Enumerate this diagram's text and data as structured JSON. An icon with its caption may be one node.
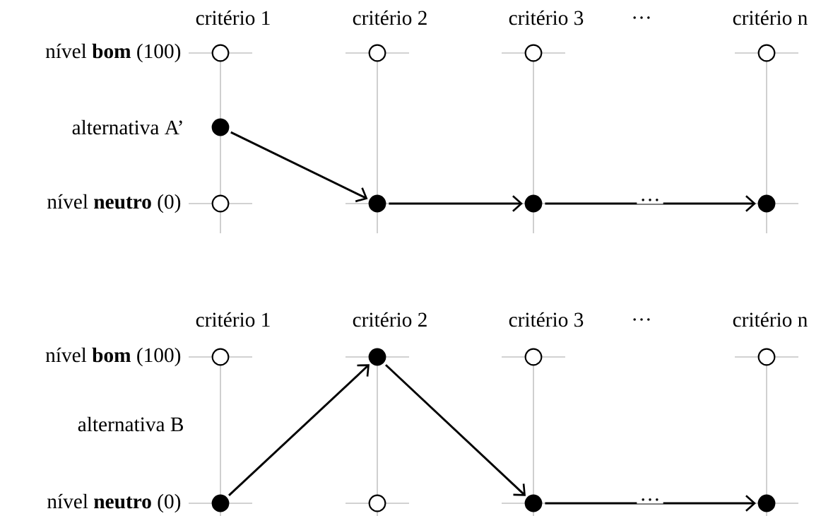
{
  "diagram": {
    "nodes": [
      {
        "text": [],
        "shape": "circle"
      },
      {
        "text": [],
        "shape": "circle"
      },
      {
        "text": [],
        "shape": "circle"
      },
      {
        "text": [],
        "shape": "circle"
      },
      {
        "text": [],
        "shape": "dot"
      },
      {
        "text": [],
        "shape": "circle"
      },
      {
        "text": [],
        "shape": "dot"
      },
      {
        "text": [],
        "shape": "dot"
      },
      {
        "text": [],
        "shape": "dot"
      },
      {
        "text": [],
        "shape": "circle"
      },
      {
        "text": [],
        "shape": "dot"
      },
      {
        "text": [],
        "shape": "circle"
      },
      {
        "text": [],
        "shape": "circle"
      },
      {
        "text": [],
        "shape": "dot"
      },
      {
        "text": [],
        "shape": "circle"
      },
      {
        "text": [],
        "shape": "dot"
      },
      {
        "text": [],
        "shape": "dot"
      }
    ],
    "edges": [
      {
        "from": 4,
        "to": 6,
        "arrow": "to"
      },
      {
        "from": 6,
        "to": 7,
        "arrow": "to"
      },
      {
        "from": 7,
        "to": 8,
        "arrow": "to",
        "label": "…"
      },
      {
        "from": 13,
        "to": 10,
        "arrow": "to"
      },
      {
        "from": 10,
        "to": 15,
        "arrow": "to"
      },
      {
        "from": 15,
        "to": 16,
        "arrow": "to",
        "label": "…"
      }
    ],
    "labels": [
      "critério 1",
      "critério 2",
      "critério 3",
      "…",
      "critério n",
      "nível **bom** (100)",
      "alternativa A’",
      "nível **neutro** (0)",
      "critério 1",
      "critério 2",
      "critério 3",
      "…",
      "critério n",
      "nível **bom** (100)",
      "alternativa B",
      "nível **neutro** (0)"
    ]
  }
}
